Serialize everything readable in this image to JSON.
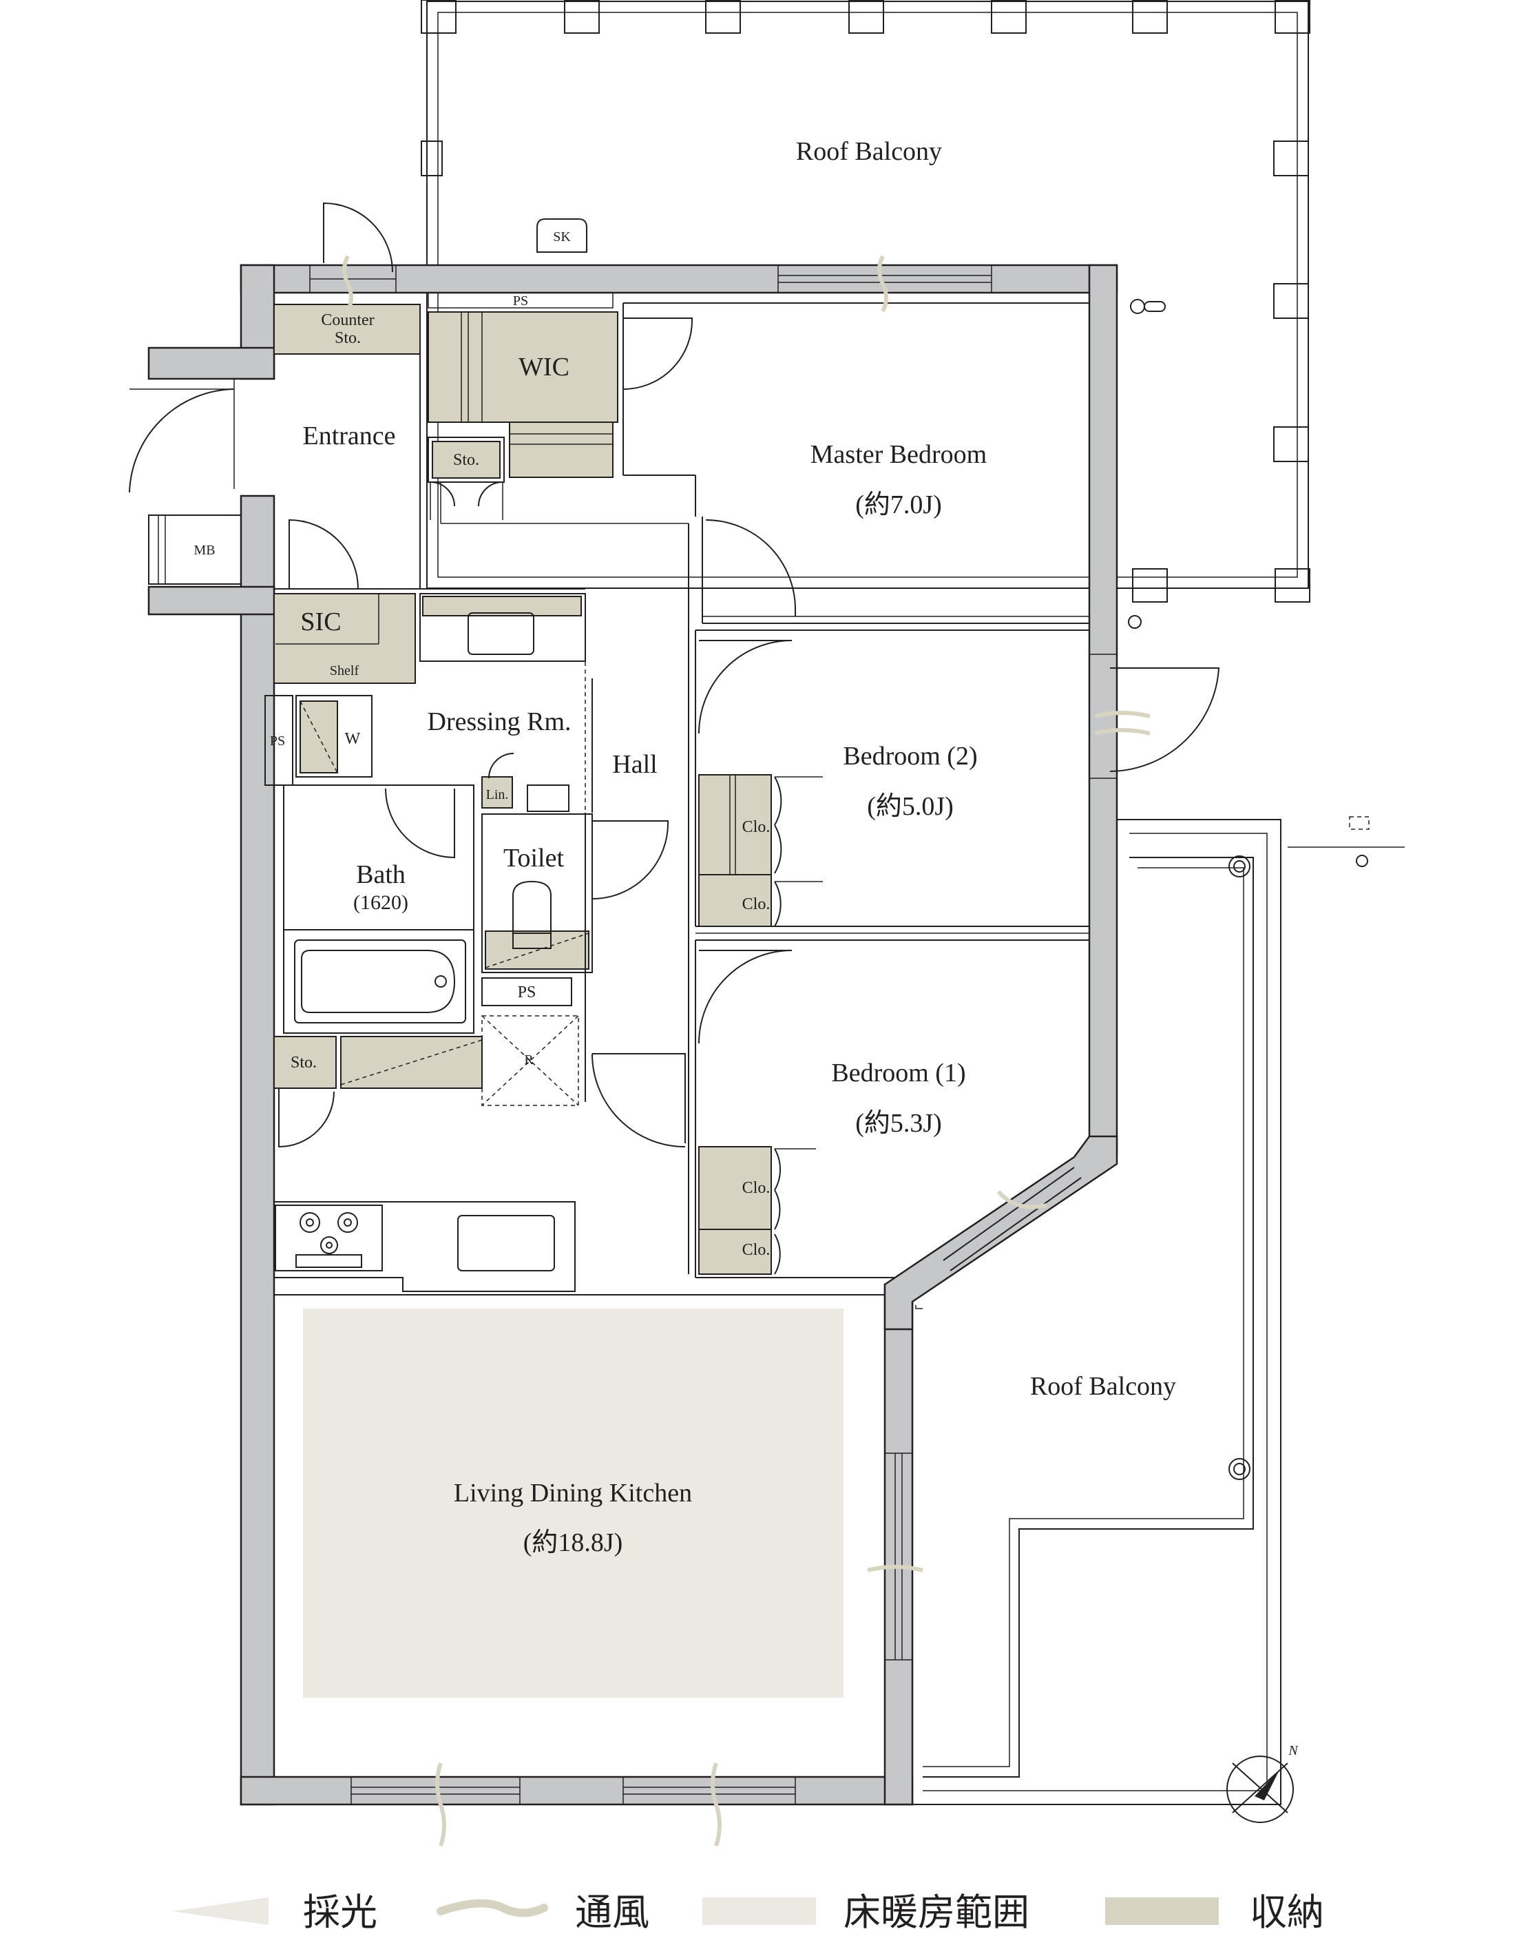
{
  "rooms": {
    "roof_balcony_north": "Roof Balcony",
    "roof_balcony_east": "Roof Balcony",
    "sk": "SK",
    "ps_top": "PS",
    "counter_sto": [
      "Counter",
      "Sto."
    ],
    "wic": "WIC",
    "entrance": "Entrance",
    "sto_entrance": "Sto.",
    "mb": "MB",
    "master_bedroom": "Master Bedroom",
    "master_bedroom_size": "(約7.0J)",
    "sic": "SIC",
    "shelf": "Shelf",
    "dressing": "Dressing Rm.",
    "ps_dressing": "PS",
    "w": "W",
    "hall": "Hall",
    "lin": "Lin.",
    "bedroom2": "Bedroom (2)",
    "bedroom2_size": "(約5.0J)",
    "clo": "Clo.",
    "bath": "Bath",
    "bath_size": "(1620)",
    "toilet": "Toilet",
    "ps_toilet": "PS",
    "r": "R",
    "sto_kitchen": "Sto.",
    "bedroom1": "Bedroom (1)",
    "bedroom1_size": "(約5.3J)",
    "ldk": "Living Dining Kitchen",
    "ldk_size": "(約18.8J)",
    "compass_n": "N"
  },
  "legend": [
    {
      "label": "採光",
      "key": "daylight"
    },
    {
      "label": "通風",
      "key": "ventilation"
    },
    {
      "label": "床暖房範囲",
      "key": "floor-heating"
    },
    {
      "label": "収納",
      "key": "storage"
    }
  ],
  "colors": {
    "wall": "#c6c7c9",
    "storage": "#d6d3c3",
    "floor_heating": "#ebe9e1",
    "line": "#231f20"
  }
}
